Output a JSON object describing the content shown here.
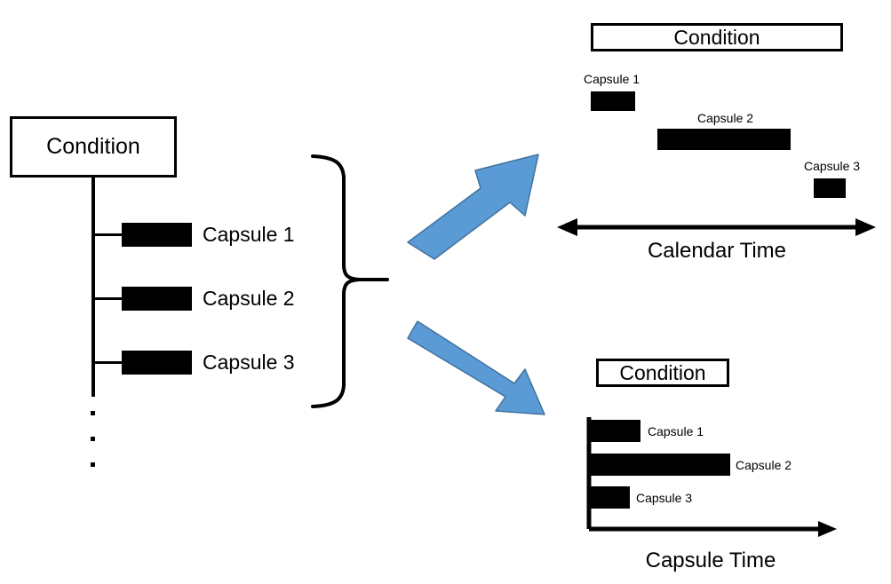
{
  "figure": {
    "title": "Condition capsule timelines: calendar time vs capsule time",
    "colors": {
      "arrow_blue": "#5B9BD5",
      "arrow_blue_stroke": "#41719C",
      "ink": "#000000",
      "background": "#FFFFFF"
    }
  },
  "source_tree": {
    "condition_label": "Condition",
    "capsules": [
      {
        "label": "Capsule 1"
      },
      {
        "label": "Capsule 2"
      },
      {
        "label": "Capsule 3"
      }
    ],
    "continuation": [
      "dot",
      "dot",
      "dot"
    ]
  },
  "connector": {
    "brace_name": "right-curly-brace",
    "arrows": [
      {
        "name": "arrow-up-right",
        "direction": "up-right"
      },
      {
        "name": "arrow-down-right",
        "direction": "down-right"
      }
    ]
  },
  "calendar_panel": {
    "condition_label": "Condition",
    "axis_label": "Calendar Time",
    "axis_type": "double-headed",
    "capsules": [
      {
        "label": "Capsule 1",
        "start": 0.1,
        "end": 0.24,
        "row": 1
      },
      {
        "label": "Capsule 2",
        "start": 0.31,
        "end": 0.73,
        "row": 2
      },
      {
        "label": "Capsule 3",
        "start": 0.8,
        "end": 0.9,
        "row": 3
      }
    ]
  },
  "capsule_panel": {
    "condition_label": "Condition",
    "axis_label": "Capsule Time",
    "axis_type": "single-headed",
    "capsules": [
      {
        "label": "Capsule 1",
        "start": 0.0,
        "end": 0.21,
        "row": 1
      },
      {
        "label": "Capsule 2",
        "start": 0.0,
        "end": 0.57,
        "row": 2
      },
      {
        "label": "Capsule 3",
        "start": 0.0,
        "end": 0.17,
        "row": 3
      }
    ]
  },
  "chart_data": {
    "type": "bar",
    "title": "Condition capsule timelines",
    "panels": [
      {
        "name": "calendar-time-panel",
        "title": "Condition",
        "xlabel": "Calendar Time",
        "orientation": "horizontal-gantt",
        "categories": [
          "Capsule 1",
          "Capsule 2",
          "Capsule 3"
        ],
        "bars": [
          {
            "label": "Capsule 1",
            "start": 0.1,
            "end": 0.24
          },
          {
            "label": "Capsule 2",
            "start": 0.31,
            "end": 0.73
          },
          {
            "label": "Capsule 3",
            "start": 0.8,
            "end": 0.9
          }
        ],
        "xlim": [
          0,
          1
        ],
        "grid": false,
        "legend": "none"
      },
      {
        "name": "capsule-time-panel",
        "title": "Condition",
        "xlabel": "Capsule Time",
        "orientation": "horizontal-bar",
        "categories": [
          "Capsule 1",
          "Capsule 2",
          "Capsule 3"
        ],
        "values": [
          0.21,
          0.57,
          0.17
        ],
        "xlim": [
          0,
          1
        ],
        "grid": false,
        "legend": "none"
      }
    ]
  }
}
